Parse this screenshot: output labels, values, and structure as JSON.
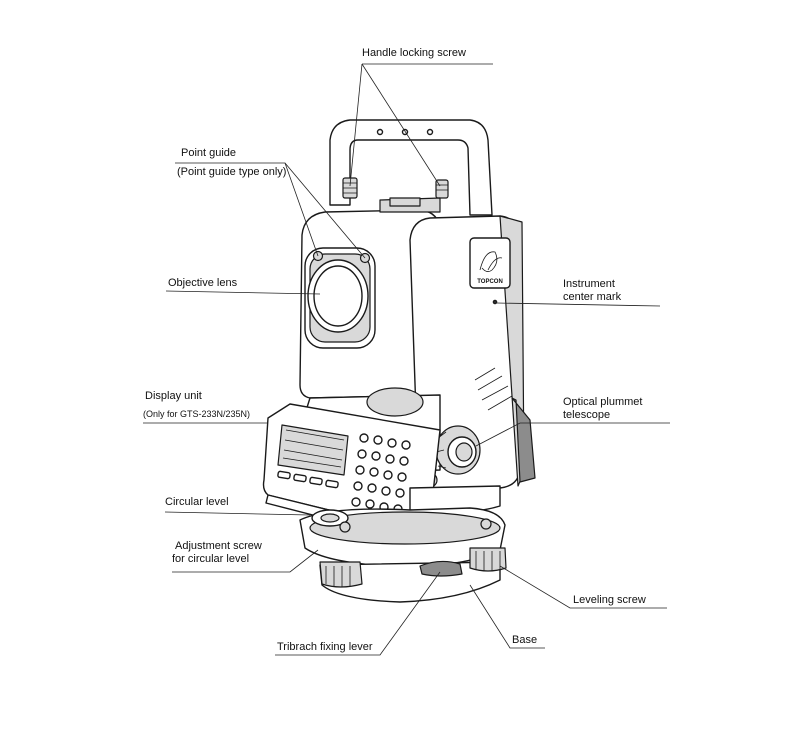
{
  "labels": {
    "handle_locking_screw": "Handle locking screw",
    "point_guide": "Point guide",
    "point_guide_note": "(Point guide type only)",
    "objective_lens": "Objective lens",
    "instrument_center_mark_1": "Instrument",
    "instrument_center_mark_2": "center mark",
    "display_unit": "Display unit",
    "display_unit_note": "(Only for GTS-233N/235N)",
    "optical_plummet_1": "Optical plummet",
    "optical_plummet_2": "telescope",
    "circular_level": "Circular level",
    "adjustment_screw_1": "Adjustment screw",
    "adjustment_screw_2": "for circular level",
    "leveling_screw": "Leveling screw",
    "base": "Base",
    "tribrach_fixing_lever": "Tribrach fixing lever"
  },
  "logo_text": "TOPCON"
}
